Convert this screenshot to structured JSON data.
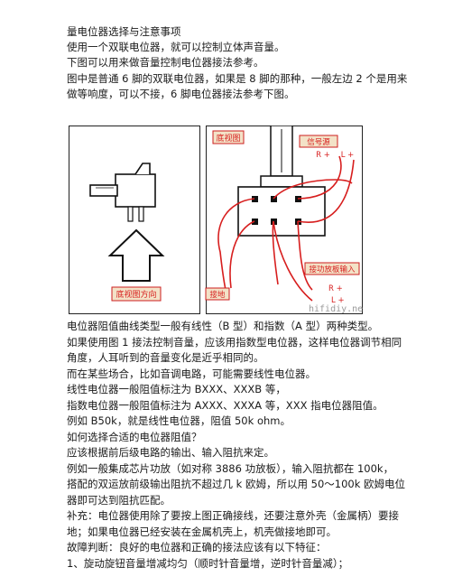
{
  "document": {
    "title": "量电位器选择与注意事项",
    "intro_lines": [
      "使用一个双联电位器，就可以控制立体声音量。",
      "下图可以用来做音量控制电位器接法参考。",
      "图中是普通 6 脚的双联电位器，如果是 8 脚的那种，一般左边 2 个是用来",
      "做等响度，可以不接，6 脚电位器接法参考下图。"
    ],
    "body_lines": [
      "电位器阻值曲线类型一般有线性（B 型）和指数（A 型）两种类型。",
      "如果使用图 1 接法控制音量，应该用指数型电位器，这样电位器调节相同",
      "角度，人耳听到的音量变化是近乎相同的。",
      "而在某些场合，比如音调电路，可能需要线性电位器。",
      "线性电位器一般阻值标注为 BXXX、XXXB 等，",
      "指数电位器一般阻值标注为 AXXX、XXXA 等，XXX 指电位器阻值。",
      "例如 B50k，就是线性电位器，阻值 50k ohm。",
      "如何选择合适的电位器阻值？",
      "应该根据前后级电路的输出、输入阻抗来定。",
      "例如一般集成芯片功放（如对称 3886 功放板），输入阻抗都在 100k，",
      "搭配的双运放前级输出阻抗不超过几 k 欧姆，所以用 50～100k 欧姆电位",
      "器即可达到阻抗匹配。",
      "补充：电位器使用除了要按上图正确接线，还要注意外壳（金属柄）要接",
      "地；如果电位器已经安装在金属机壳上，机壳做接地即可。",
      "故障判断：良好的电位器和正确的接法应该有以下特征：",
      "1、旋动旋钮音量增减均匀（顺时针音量增，逆时针音量减）；"
    ]
  },
  "figure": {
    "left_panel": {
      "arrow_label": "底视图方向"
    },
    "right_panel": {
      "title": "底视图",
      "signal_source_label": "信号源",
      "input_pins": {
        "right": "R +",
        "left": "L +"
      },
      "amp_input_label": "接功放板输入",
      "output_pins": {
        "right": "R +",
        "left": "L +"
      },
      "ground_label": "接地",
      "watermark": "hifidiy.net"
    },
    "colors": {
      "wire": "#d71e1e",
      "label_bg": "#f3e2c7",
      "label_border": "#cc1f1f",
      "ink": "#111111"
    }
  }
}
